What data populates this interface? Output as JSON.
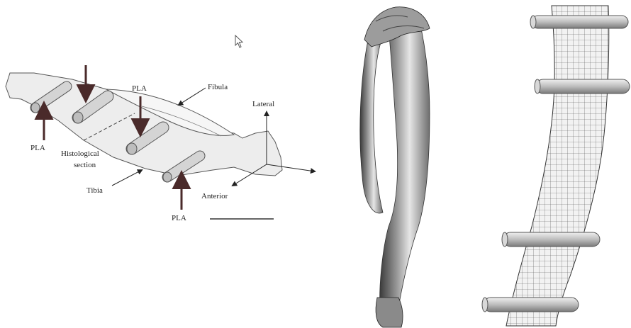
{
  "labels": {
    "pla_top": "PLA",
    "pla_left": "PLA",
    "pla_bottom": "PLA",
    "fibula": "Fibula",
    "histological_line1": "Histological",
    "histological_line2": "section",
    "tibia": "Tibia",
    "lateral": "Lateral",
    "anterior": "Anterior"
  },
  "colors": {
    "ink": "#222222",
    "arrow": "#4a2a2a",
    "bone_fill": "#ececec",
    "implant_fill": "#cfcfcf",
    "mesh_line": "#555555"
  },
  "icons": [
    "mouse-pointer-icon"
  ]
}
